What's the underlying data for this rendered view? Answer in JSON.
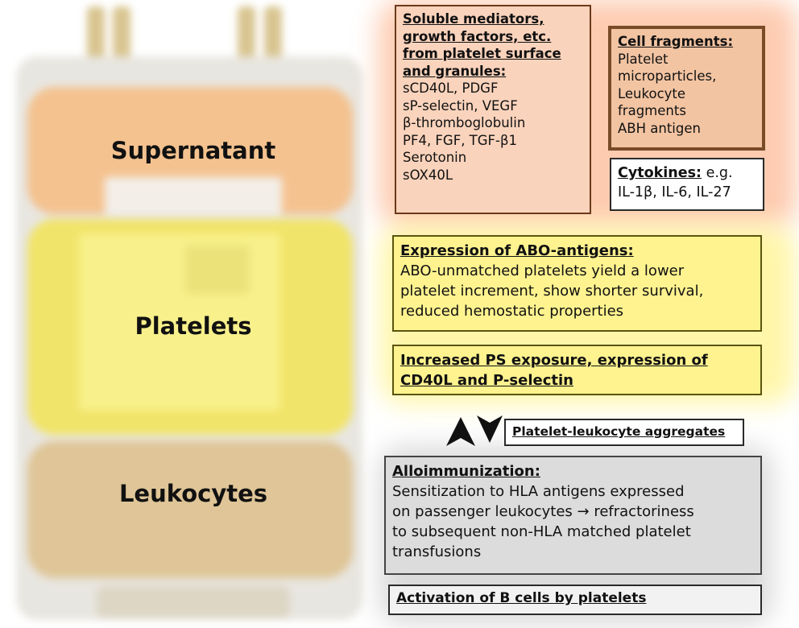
{
  "bag": {
    "supernatant": "Supernatant",
    "platelets": "Platelets",
    "leukocytes": "Leukocytes"
  },
  "soluble": {
    "heading": [
      "Soluble mediators,",
      "growth factors, etc.",
      "from platelet surface",
      "and granules:"
    ],
    "items": [
      "sCD40L, PDGF",
      "sP-selectin, VEGF",
      "β-thromboglobulin",
      "PF4, FGF, TGF-β1",
      "Serotonin",
      "sOX40L"
    ]
  },
  "cell_fragments": {
    "heading": "Cell fragments:",
    "items": [
      "Platelet",
      "microparticles,",
      "Leukocyte",
      "fragments",
      "ABH antigen"
    ]
  },
  "cytokines": {
    "heading": "Cytokines:",
    "suffix": " e.g.",
    "items": "IL-1β, IL-6, IL-27"
  },
  "abo": {
    "heading": "Expression of ABO-antigens:",
    "lines": [
      "ABO-unmatched platelets yield a lower",
      "platelet increment, show shorter survival,",
      "reduced hemostatic properties"
    ]
  },
  "ps": {
    "lines": [
      "Increased PS exposure, expression of",
      "CD40L and P-selectin"
    ]
  },
  "aggregates": "Platelet-leukocyte aggregates",
  "allo": {
    "heading": "Alloimmunization:",
    "lines": [
      "Sensitization to HLA antigens expressed",
      "on passenger leukocytes → refractoriness",
      "to subsequent non-HLA matched platelet",
      "transfusions"
    ]
  },
  "activation": "Activation of B cells by platelets"
}
